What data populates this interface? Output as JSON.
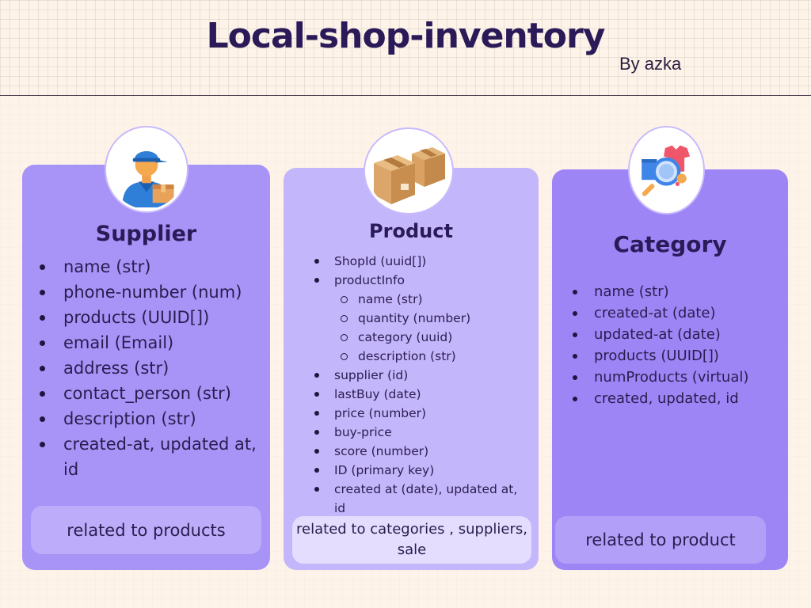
{
  "header": {
    "title": "Local-shop-inventory",
    "author": "By azka"
  },
  "colors": {
    "title": "#2b1a58",
    "supplier_card": "#a893f7",
    "product_card": "#c4b6fb",
    "category_card": "#9e85f5",
    "background": "#fdf3e8"
  },
  "supplier": {
    "icon": "delivery-person-icon",
    "title": "Supplier",
    "fields": [
      "name (str)",
      "phone-number (num)",
      "products (UUID[])",
      "email (Email)",
      "address (str)",
      "contact_person (str)",
      "description (str)",
      "created-at, updated at, id"
    ],
    "relation": "related to products"
  },
  "product": {
    "icon": "cardboard-boxes-icon",
    "title": "Product",
    "fields": [
      "ShopId (uuid[])",
      "productInfo"
    ],
    "product_info_fields": [
      "name (str)",
      "quantity (number)",
      "category (uuid)",
      "description (str)"
    ],
    "more_fields": [
      "supplier (id)",
      "lastBuy (date)",
      "price (number)",
      "buy-price",
      "score (number)",
      "ID (primary key)",
      "created at (date), updated at, id"
    ],
    "relation": "related to categories , suppliers, sale"
  },
  "category": {
    "icon": "magnifier-clothes-icon",
    "title": "Category",
    "fields": [
      "name (str)",
      "created-at (date)",
      "updated-at (date)",
      "products (UUID[])",
      "numProducts (virtual)",
      "created, updated, id"
    ],
    "relation": "related to product"
  }
}
